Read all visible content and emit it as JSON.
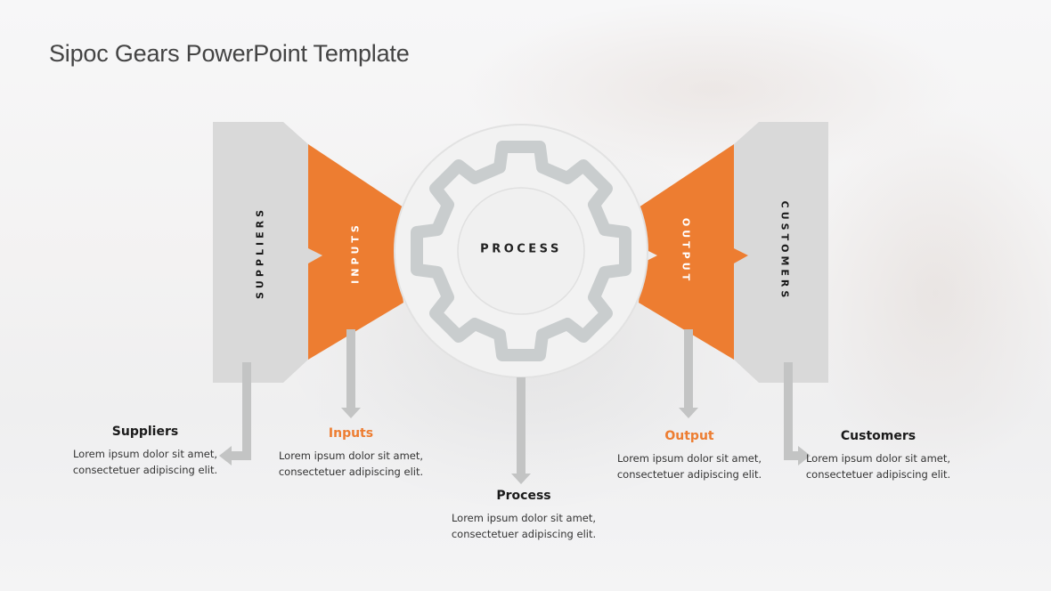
{
  "slide": {
    "title": "Sipoc Gears PowerPoint Template"
  },
  "colors": {
    "accent": "#ED7D31",
    "panel_gray": "#D9D9D9",
    "arrow_gray": "#BFC0C0",
    "gear_gray": "#C9CDCE",
    "circle_fill": "#F2F2F2",
    "heading_dark": "#1A1A1A"
  },
  "diagram": {
    "suppliers_label": "SUPPLIERS",
    "inputs_label": "INPUTS",
    "process_label": "PROCESS",
    "output_label": "OUTPUT",
    "customers_label": "CUSTOMERS",
    "center_icon": "gear-icon"
  },
  "descriptions": [
    {
      "title": "Suppliers",
      "body": "Lorem ipsum dolor sit amet, consectetuer adipiscing elit.",
      "accent": false
    },
    {
      "title": "Inputs",
      "body": "Lorem ipsum dolor sit amet, consectetuer adipiscing elit.",
      "accent": true
    },
    {
      "title": "Process",
      "body": "Lorem ipsum dolor sit amet, consectetuer adipiscing elit.",
      "accent": false
    },
    {
      "title": "Output",
      "body": "Lorem ipsum dolor sit amet, consectetuer adipiscing elit.",
      "accent": true
    },
    {
      "title": "Customers",
      "body": "Lorem ipsum dolor sit amet, consectetuer adipiscing elit.",
      "accent": false
    }
  ]
}
